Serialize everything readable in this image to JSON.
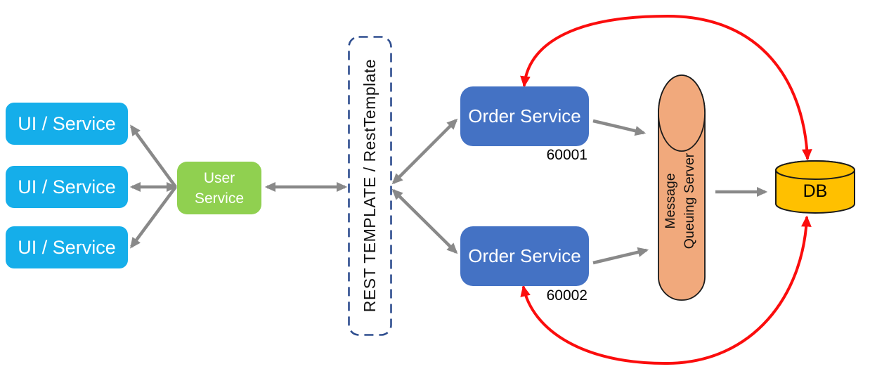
{
  "diagram": {
    "ui_services": [
      "UI / Service",
      "UI / Service",
      "UI / Service"
    ],
    "user_service": {
      "label": "User\nService"
    },
    "rest_template": {
      "label": "REST TEMPLATE / RestTemplate"
    },
    "order_services": [
      {
        "label": "Order Service",
        "port": "60001"
      },
      {
        "label": "Order Service",
        "port": "60002"
      }
    ],
    "message_queue": {
      "lines": [
        "Message",
        "Queuing Server"
      ]
    },
    "db": {
      "label": "DB"
    },
    "colors": {
      "ui_service_fill": "#15AEEA",
      "user_service_fill": "#90D050",
      "order_service_fill": "#4472C4",
      "message_queue_fill": "#F1A97C",
      "db_fill": "#FFC000",
      "rest_template_border": "#2F4E8F",
      "arrow_gray": "#898989",
      "arrow_red": "#FB0D0D",
      "outline_black": "#1a1a1a"
    }
  }
}
